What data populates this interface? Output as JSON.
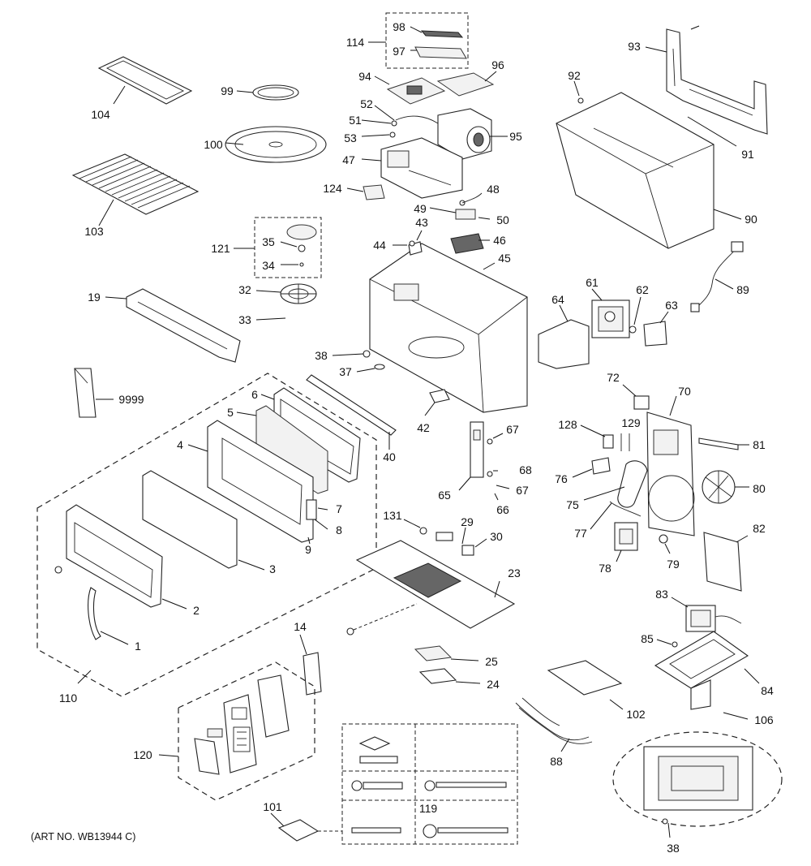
{
  "figure": {
    "art_number": "(ART NO. WB13944 C)"
  },
  "callouts": [
    {
      "id": "98",
      "text": "98"
    },
    {
      "id": "97",
      "text": "97"
    },
    {
      "id": "114",
      "text": "114"
    },
    {
      "id": "93",
      "text": "93"
    },
    {
      "id": "104",
      "text": "104"
    },
    {
      "id": "99",
      "text": "99"
    },
    {
      "id": "94",
      "text": "94"
    },
    {
      "id": "96",
      "text": "96"
    },
    {
      "id": "92",
      "text": "92"
    },
    {
      "id": "52",
      "text": "52"
    },
    {
      "id": "51",
      "text": "51"
    },
    {
      "id": "53",
      "text": "53"
    },
    {
      "id": "95",
      "text": "95"
    },
    {
      "id": "100",
      "text": "100"
    },
    {
      "id": "47",
      "text": "47"
    },
    {
      "id": "91",
      "text": "91"
    },
    {
      "id": "103",
      "text": "103"
    },
    {
      "id": "124",
      "text": "124"
    },
    {
      "id": "48",
      "text": "48"
    },
    {
      "id": "49",
      "text": "49"
    },
    {
      "id": "50",
      "text": "50"
    },
    {
      "id": "90",
      "text": "90"
    },
    {
      "id": "43",
      "text": "43"
    },
    {
      "id": "121",
      "text": "121"
    },
    {
      "id": "35",
      "text": "35"
    },
    {
      "id": "44",
      "text": "44"
    },
    {
      "id": "46",
      "text": "46"
    },
    {
      "id": "45",
      "text": "45"
    },
    {
      "id": "34",
      "text": "34"
    },
    {
      "id": "61",
      "text": "61"
    },
    {
      "id": "62",
      "text": "62"
    },
    {
      "id": "89",
      "text": "89"
    },
    {
      "id": "32",
      "text": "32"
    },
    {
      "id": "19",
      "text": "19"
    },
    {
      "id": "64",
      "text": "64"
    },
    {
      "id": "63",
      "text": "63"
    },
    {
      "id": "33",
      "text": "33"
    },
    {
      "id": "38a",
      "text": "38"
    },
    {
      "id": "37",
      "text": "37"
    },
    {
      "id": "72",
      "text": "72"
    },
    {
      "id": "9999",
      "text": "9999"
    },
    {
      "id": "70",
      "text": "70"
    },
    {
      "id": "6",
      "text": "6"
    },
    {
      "id": "42",
      "text": "42"
    },
    {
      "id": "5",
      "text": "5"
    },
    {
      "id": "128",
      "text": "128"
    },
    {
      "id": "129",
      "text": "129"
    },
    {
      "id": "67a",
      "text": "67"
    },
    {
      "id": "81",
      "text": "81"
    },
    {
      "id": "4",
      "text": "4"
    },
    {
      "id": "40",
      "text": "40"
    },
    {
      "id": "76",
      "text": "76"
    },
    {
      "id": "68",
      "text": "68"
    },
    {
      "id": "80",
      "text": "80"
    },
    {
      "id": "65",
      "text": "65"
    },
    {
      "id": "67b",
      "text": "67"
    },
    {
      "id": "75",
      "text": "75"
    },
    {
      "id": "66",
      "text": "66"
    },
    {
      "id": "7",
      "text": "7"
    },
    {
      "id": "131",
      "text": "131"
    },
    {
      "id": "29",
      "text": "29"
    },
    {
      "id": "8",
      "text": "8"
    },
    {
      "id": "77",
      "text": "77"
    },
    {
      "id": "82",
      "text": "82"
    },
    {
      "id": "30",
      "text": "30"
    },
    {
      "id": "9",
      "text": "9"
    },
    {
      "id": "3",
      "text": "3"
    },
    {
      "id": "78",
      "text": "78"
    },
    {
      "id": "79",
      "text": "79"
    },
    {
      "id": "23",
      "text": "23"
    },
    {
      "id": "2",
      "text": "2"
    },
    {
      "id": "83",
      "text": "83"
    },
    {
      "id": "14",
      "text": "14"
    },
    {
      "id": "1",
      "text": "1"
    },
    {
      "id": "85",
      "text": "85"
    },
    {
      "id": "25",
      "text": "25"
    },
    {
      "id": "84",
      "text": "84"
    },
    {
      "id": "24",
      "text": "24"
    },
    {
      "id": "110",
      "text": "110"
    },
    {
      "id": "102",
      "text": "102"
    },
    {
      "id": "106",
      "text": "106"
    },
    {
      "id": "120",
      "text": "120"
    },
    {
      "id": "88",
      "text": "88"
    },
    {
      "id": "101",
      "text": "101"
    },
    {
      "id": "119",
      "text": "119"
    },
    {
      "id": "38b",
      "text": "38"
    }
  ]
}
